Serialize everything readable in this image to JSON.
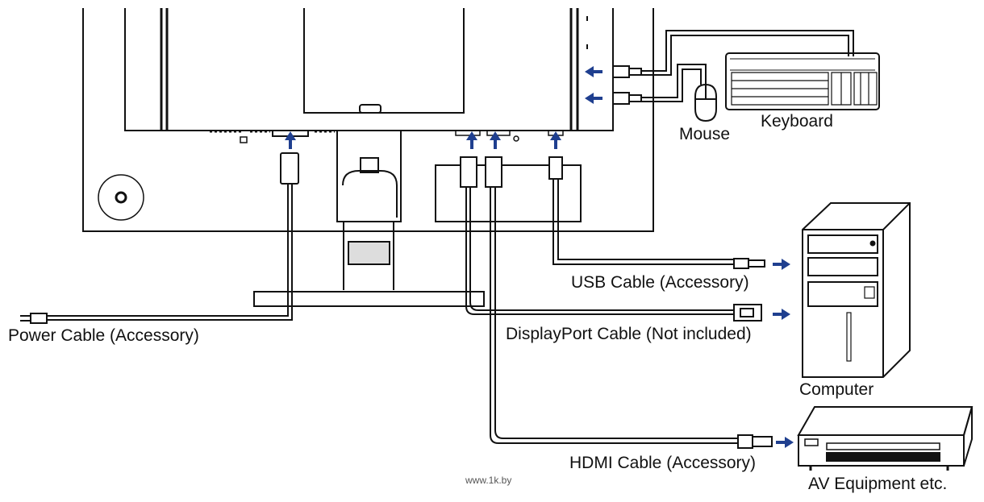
{
  "labels": {
    "keyboard": "Keyboard",
    "mouse": "Mouse",
    "usb_cable": "USB Cable (Accessory)",
    "displayport_cable": "DisplayPort Cable (Not included)",
    "hdmi_cable": "HDMI Cable (Accessory)",
    "power_cable": "Power Cable (Accessory)",
    "computer": "Computer",
    "av_equipment": "AV Equipment etc."
  },
  "watermark": "www.1k.by",
  "colors": {
    "arrow": "#1f3f8f",
    "line": "#111111",
    "background": "#ffffff"
  }
}
